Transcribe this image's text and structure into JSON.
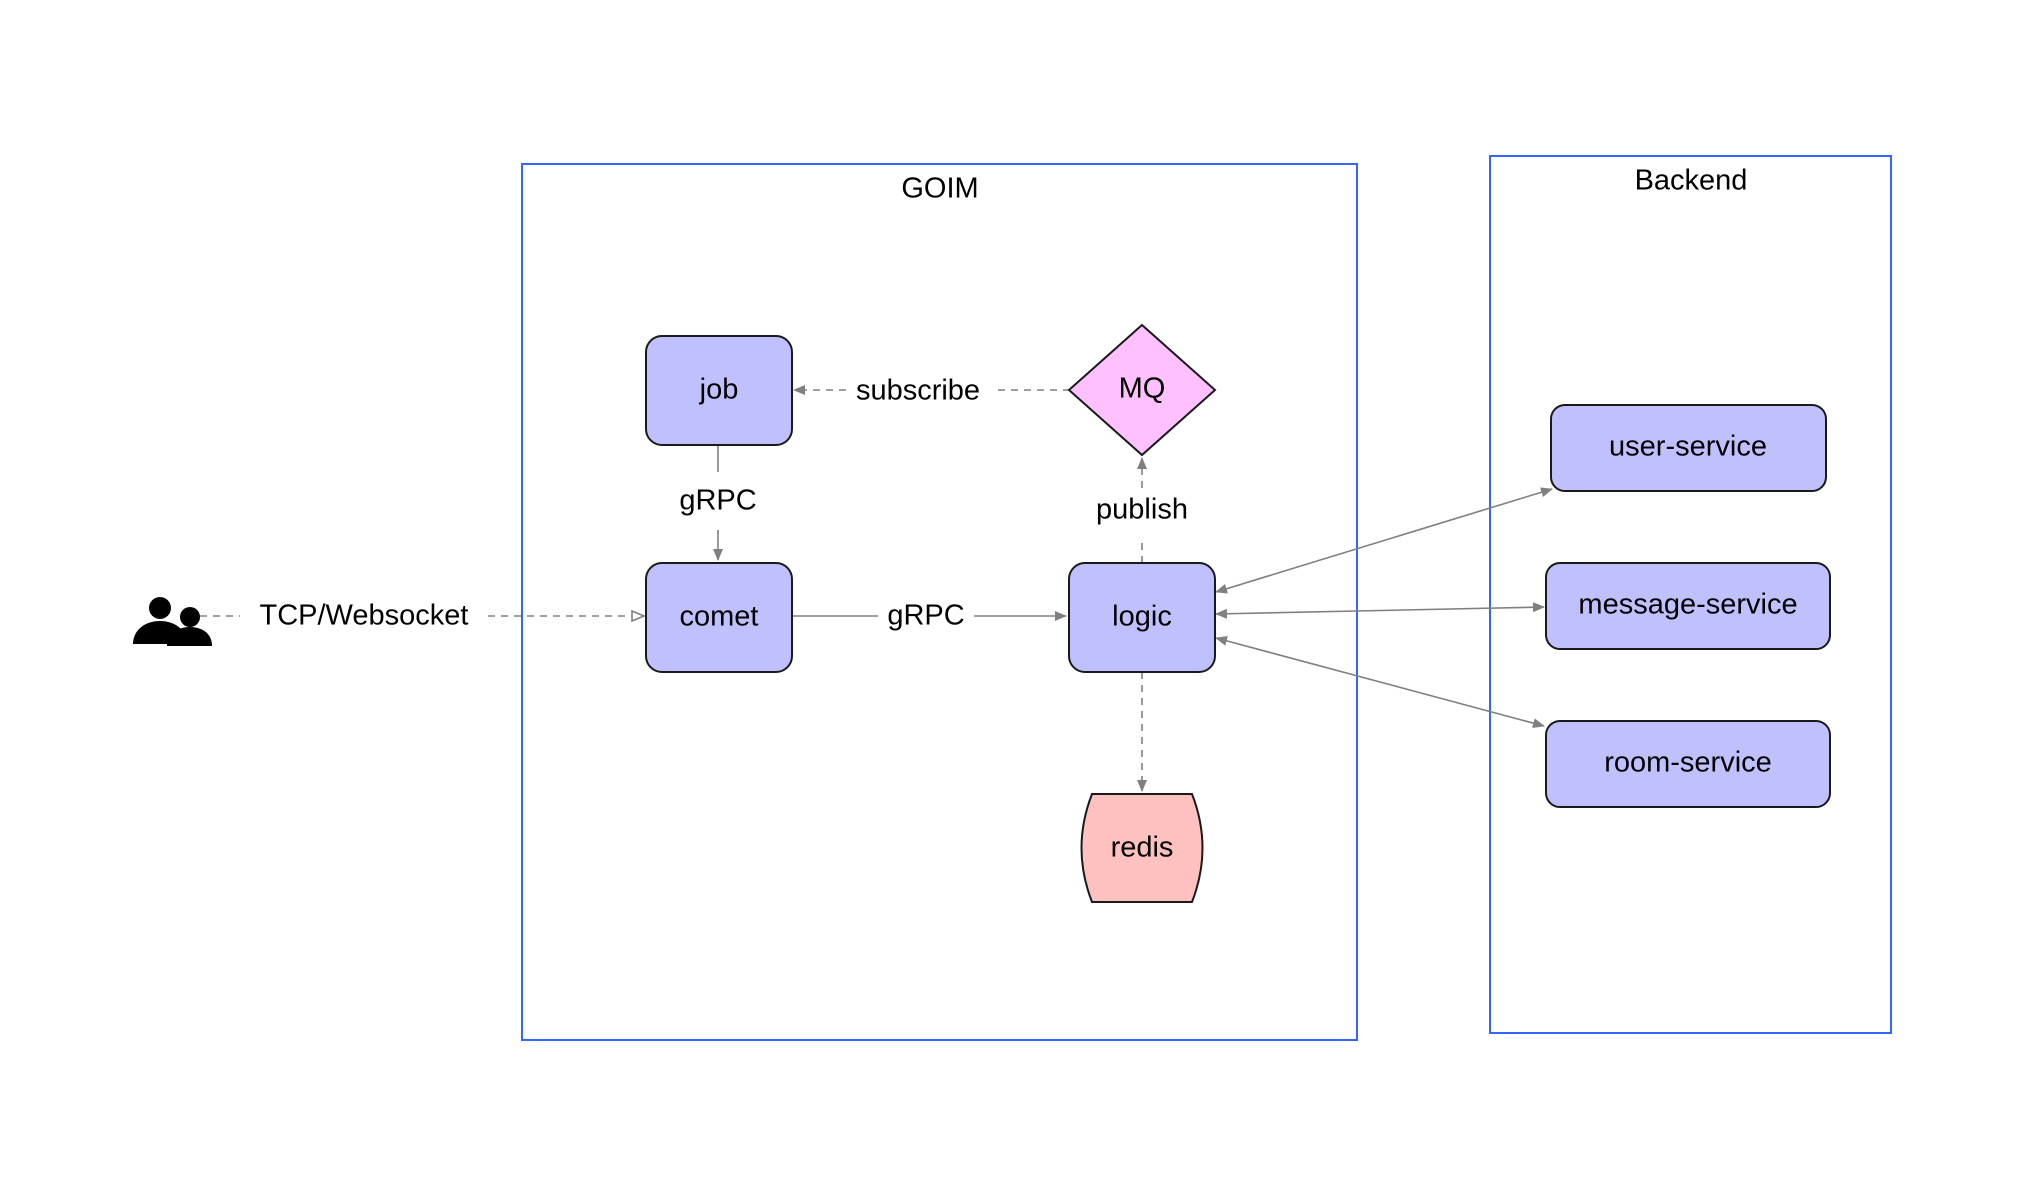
{
  "colors": {
    "container_border": "#3366ff",
    "service_fill": "#c0c0ff",
    "queue_fill": "#ffc0ff",
    "store_fill": "#ffc0c0",
    "node_border": "#1a1a1a",
    "edge": "#808080"
  },
  "actor": {
    "icon": "users-icon"
  },
  "containers": {
    "goim": {
      "title": "GOIM"
    },
    "backend": {
      "title": "Backend"
    }
  },
  "nodes": {
    "job": "job",
    "comet": "comet",
    "logic": "logic",
    "mq": "MQ",
    "redis": "redis",
    "user_service": "user-service",
    "message_service": "message-service",
    "room_service": "room-service"
  },
  "edges": {
    "actor_to_comet": "TCP/Websocket",
    "comet_to_logic": "gRPC",
    "job_to_comet": "gRPC",
    "mq_to_job": "subscribe",
    "logic_to_mq": "publish"
  }
}
